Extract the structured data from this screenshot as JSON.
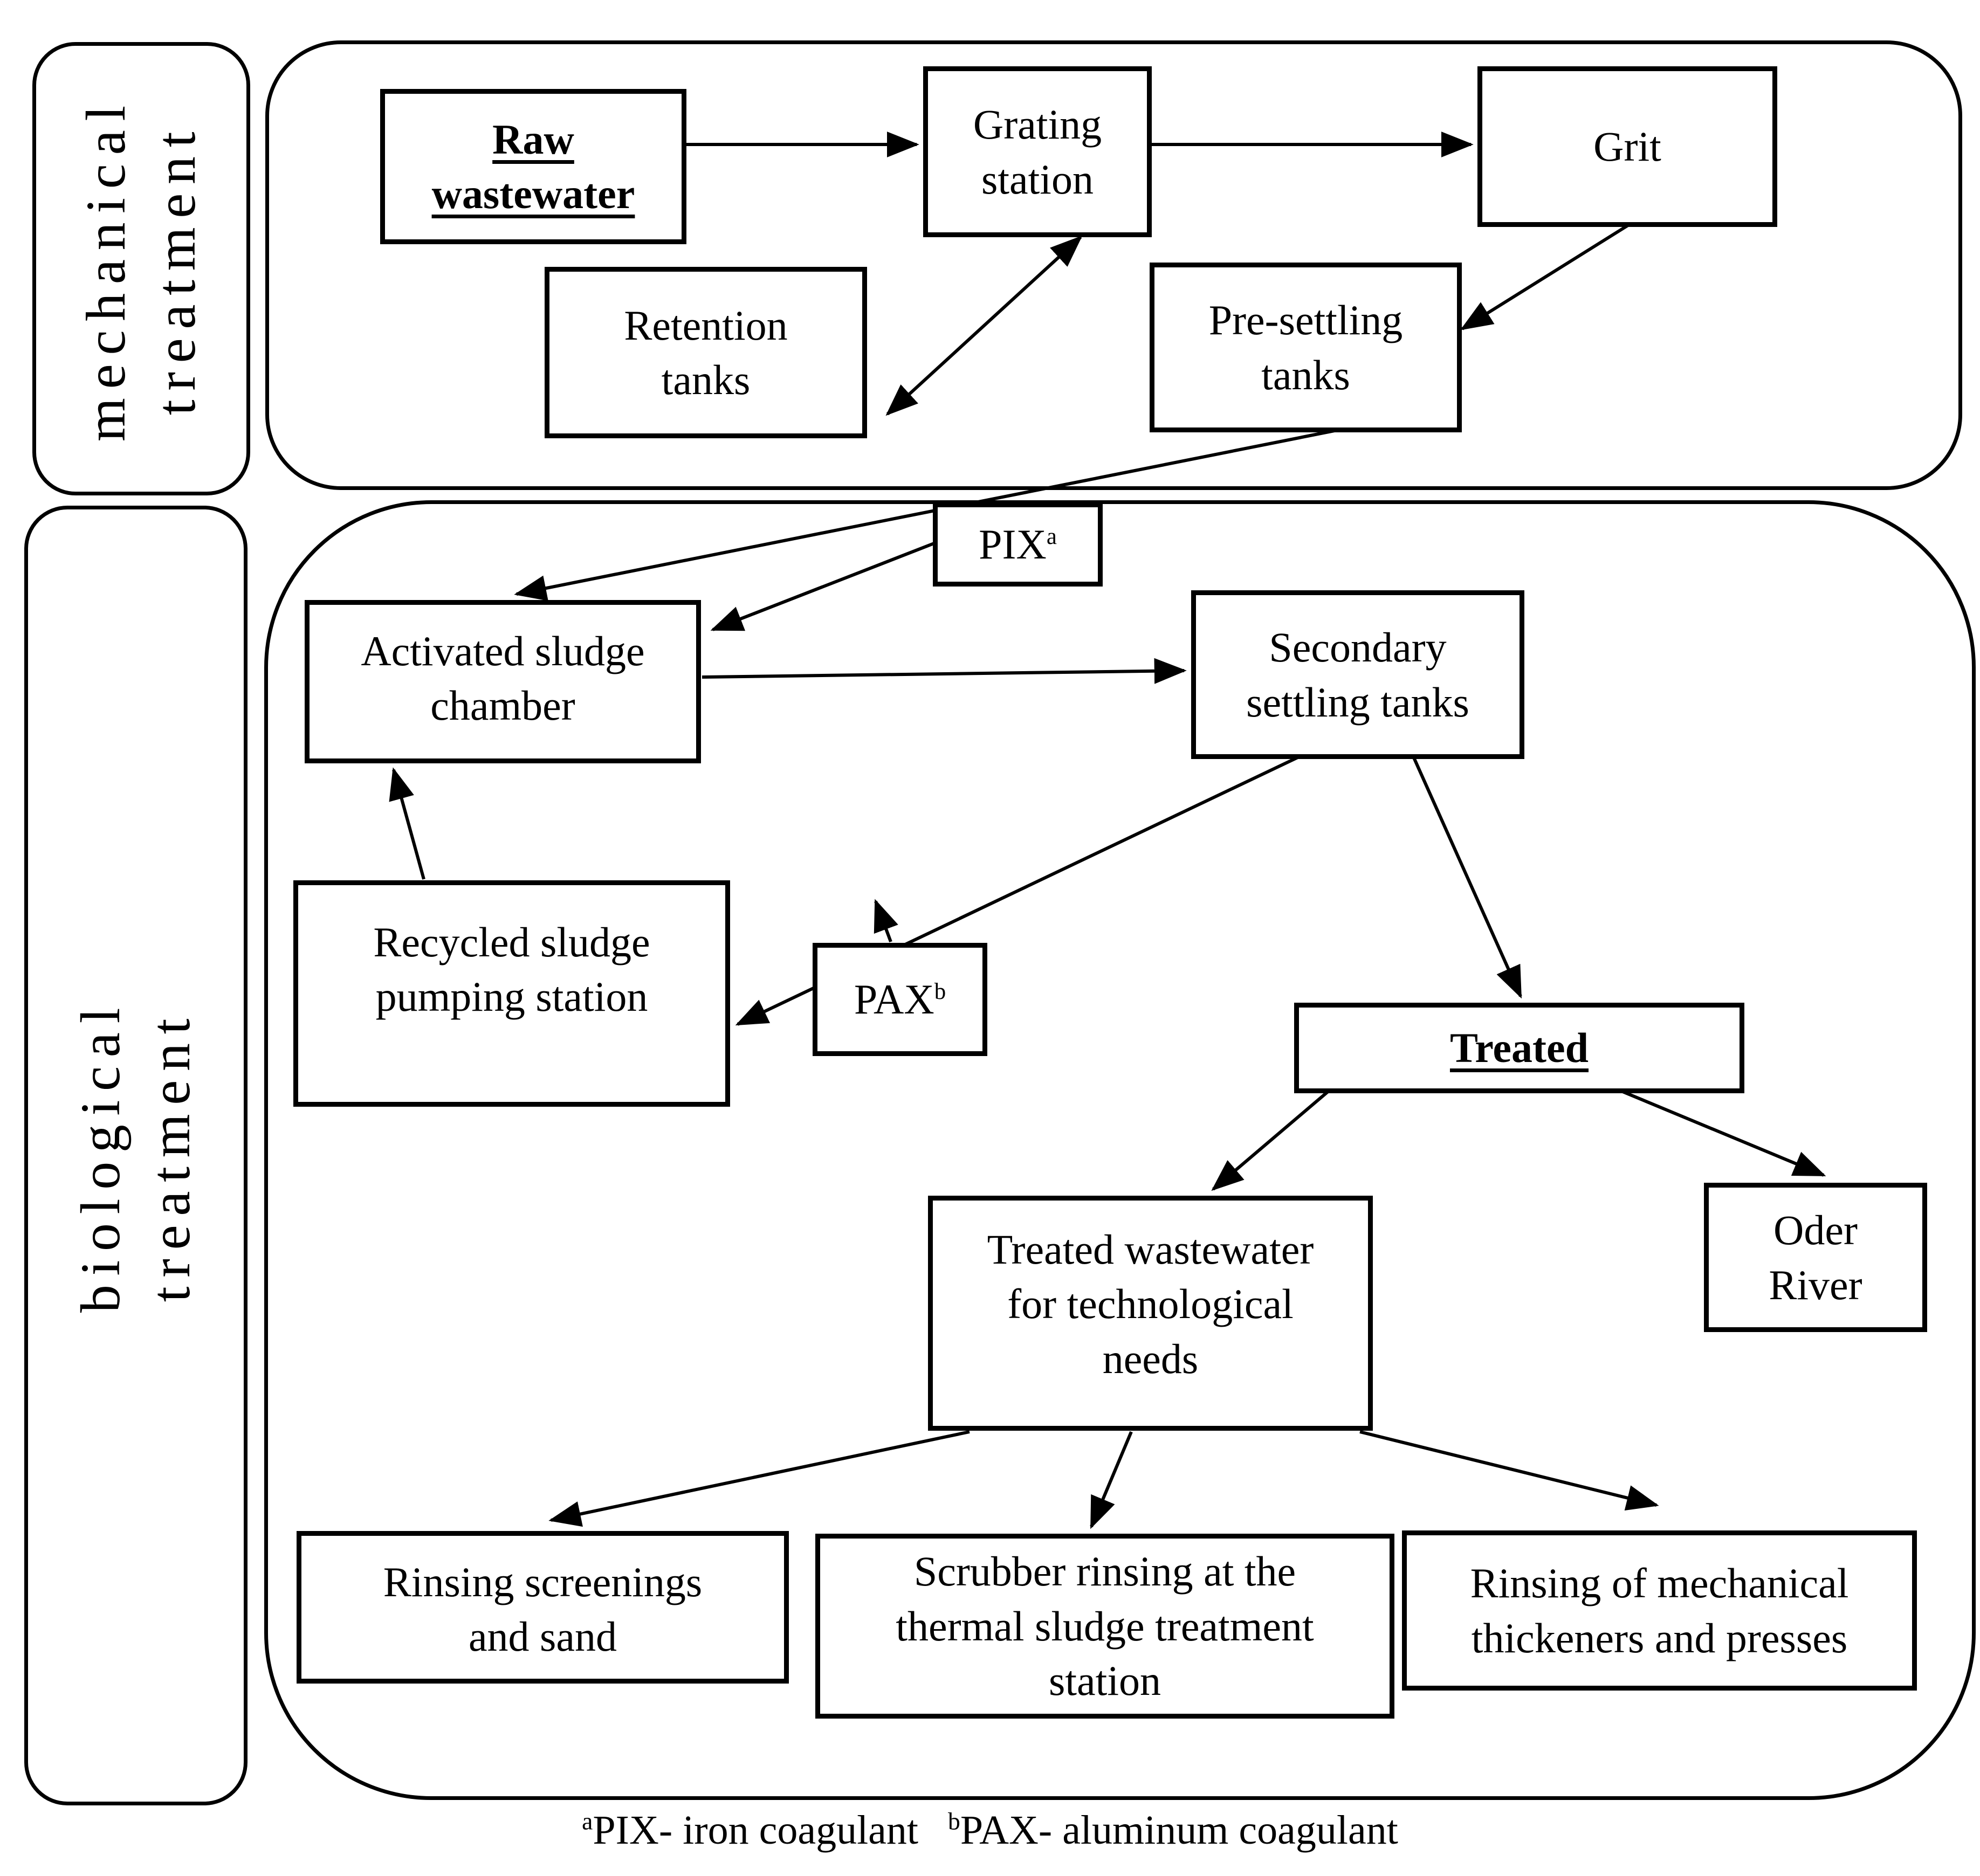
{
  "colors": {
    "ink": "#000000",
    "background": "#ffffff"
  },
  "sections": {
    "mechanical": {
      "label": "mechanical\ntreatment"
    },
    "biological": {
      "label": "biological treatment"
    }
  },
  "nodes": {
    "raw_wastewater": {
      "label": "Raw\nwastewater",
      "emphasis": "bold-underline"
    },
    "grating_station": {
      "label": "Grating\nstation"
    },
    "grit": {
      "label": "Grit"
    },
    "retention_tanks": {
      "label": "Retention\ntanks"
    },
    "pre_settling_tanks": {
      "label": "Pre-settling\ntanks"
    },
    "pix": {
      "text": "PIX",
      "sup": "a"
    },
    "activated_sludge_chamber": {
      "label": "Activated sludge\nchamber"
    },
    "secondary_settling_tanks": {
      "label": "Secondary\nsettling tanks"
    },
    "recycled_sludge_pumping_station": {
      "label": "Recycled sludge\npumping station"
    },
    "pax": {
      "text": "PAX",
      "sup": "b"
    },
    "treated": {
      "label": "Treated",
      "emphasis": "bold-underline"
    },
    "treated_wastewater_needs": {
      "label": "Treated wastewater\nfor technological\nneeds"
    },
    "oder_river": {
      "label": "Oder\nRiver"
    },
    "rinsing_screenings": {
      "label": "Rinsing screenings\nand sand"
    },
    "scrubber_rinsing": {
      "label": "Scrubber rinsing at the\nthermal sludge treatment\nstation"
    },
    "rinsing_mechanical": {
      "label": "Rinsing of mechanical\nthickeners and presses"
    }
  },
  "edges": [
    {
      "id": "raw-to-grating",
      "from": "raw_wastewater",
      "to": "grating_station",
      "arrows": "end"
    },
    {
      "id": "grating-to-grit",
      "from": "grating_station",
      "to": "grit",
      "arrows": "end"
    },
    {
      "id": "grating-retention",
      "from": "grating_station",
      "to": "retention_tanks",
      "arrows": "both"
    },
    {
      "id": "grit-to-presettling",
      "from": "grit",
      "to": "pre_settling_tanks",
      "arrows": "end"
    },
    {
      "id": "presettling-to-activated",
      "from": "pre_settling_tanks",
      "to": "activated_sludge_chamber",
      "arrows": "end"
    },
    {
      "id": "pix-to-activated",
      "from": "pix",
      "to": "activated_sludge_chamber",
      "arrows": "end"
    },
    {
      "id": "activated-to-secondary",
      "from": "activated_sludge_chamber",
      "to": "secondary_settling_tanks",
      "arrows": "end"
    },
    {
      "id": "secondary-to-recycled",
      "from": "secondary_settling_tanks",
      "to": "recycled_sludge_pumping_station",
      "arrows": "end"
    },
    {
      "id": "pax-to-return-line",
      "from": "pax",
      "to": "secondary-to-recycled-line",
      "arrows": "end"
    },
    {
      "id": "recycled-to-activated",
      "from": "recycled_sludge_pumping_station",
      "to": "activated_sludge_chamber",
      "arrows": "end"
    },
    {
      "id": "secondary-to-treated",
      "from": "secondary_settling_tanks",
      "to": "treated",
      "arrows": "end"
    },
    {
      "id": "treated-to-needs",
      "from": "treated",
      "to": "treated_wastewater_needs",
      "arrows": "end"
    },
    {
      "id": "treated-to-oder",
      "from": "treated",
      "to": "oder_river",
      "arrows": "end"
    },
    {
      "id": "needs-to-screenings",
      "from": "treated_wastewater_needs",
      "to": "rinsing_screenings",
      "arrows": "end"
    },
    {
      "id": "needs-to-scrubber",
      "from": "treated_wastewater_needs",
      "to": "scrubber_rinsing",
      "arrows": "end"
    },
    {
      "id": "needs-to-thickeners",
      "from": "treated_wastewater_needs",
      "to": "rinsing_mechanical",
      "arrows": "end"
    }
  ],
  "footnote": {
    "parts": [
      {
        "sup": "a",
        "text": "PIX- iron coagulant"
      },
      {
        "sup": "b",
        "text": "PAX- aluminum coagulant"
      }
    ]
  }
}
